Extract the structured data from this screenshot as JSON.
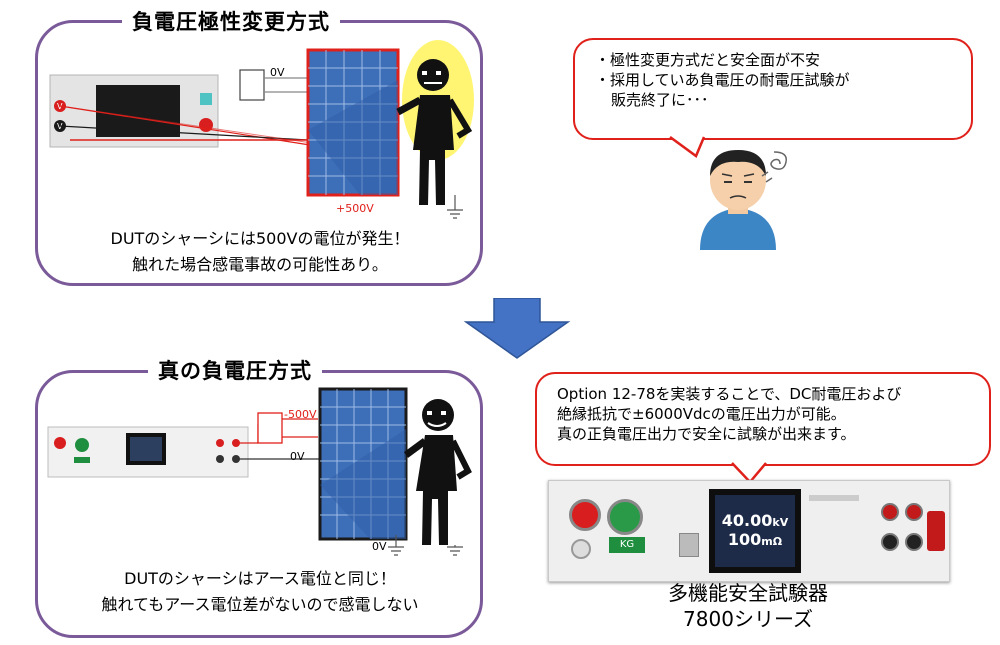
{
  "top_panel": {
    "title": "負電圧極性変更方式",
    "zero_label": "0V",
    "plus_label": "+500V",
    "caption_line1": "DUTのシャーシには500Vの電位が発生！",
    "caption_line2": "触れた場合感電事故の可能性あり。"
  },
  "worry_bubble": {
    "line1": "・極性変更方式だと安全面が不安",
    "line2": "・採用していあ負電圧の耐電圧試験が",
    "line3": "販売終了に･･･"
  },
  "bottom_panel": {
    "title": "真の負電圧方式",
    "minus_label": "-500V",
    "zero_label_top": "0V",
    "zero_label_bottom": "0V",
    "caption_line1": "DUTのシャーシはアース電位と同じ！",
    "caption_line2": "触れてもアース電位差がないので感電しない"
  },
  "info_bubble": {
    "line1": "Option 12-78を実装することで、DC耐電圧および",
    "line2": "絶縁抵抗で±6000Vdcの電圧出力が可能。",
    "line3": "真の正負電圧出力で安全に試験が出来ます。"
  },
  "instrument": {
    "screen_value1": "40.00",
    "screen_unit1": "kV",
    "screen_value2": "100",
    "screen_unit2": "mΩ",
    "button_label": "KG",
    "caption_line1": "多機能安全試験器",
    "caption_line2": "7800シリーズ"
  },
  "colors": {
    "panel_border": "#7b5a9a",
    "bubble_border": "#e0201a",
    "arrow": "#4472c4",
    "wire_red": "#e0201a"
  }
}
